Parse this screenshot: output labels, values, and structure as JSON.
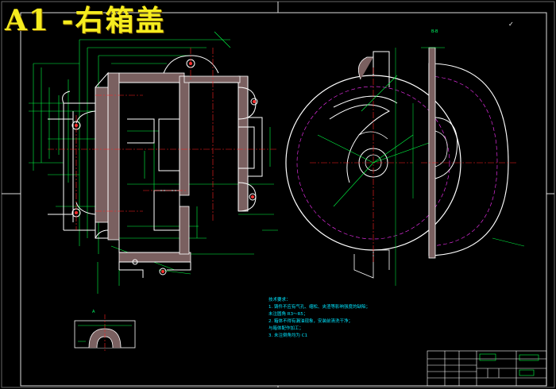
{
  "title": "A1 -右箱盖",
  "roughness_symbol": "✓",
  "view_labels": {
    "top_right": "B-B",
    "section": "A"
  },
  "notes": {
    "heading": "技术要求：",
    "lines": [
      "1. 铸件不应有气孔、缩松、夹渣等影响强度的缺陷；",
      "   未注圆角 R3～R5；",
      "2. 箱体不得有漏油现象，安装前清洗干净；",
      "   与箱体配作加工；",
      "3. 未注倒角均为 C1"
    ]
  },
  "title_block": {
    "code": "",
    "name": "",
    "material": ""
  },
  "colors": {
    "background": "#000000",
    "outline": "#ffffff",
    "dimension": "#00ff44",
    "center_line": "#ff2020",
    "section_fill": "#7a6060",
    "hidden": "#ff33ff",
    "frame": "#d8d8d8",
    "notes": "#00e5ff",
    "title": "#f5ec1f"
  }
}
